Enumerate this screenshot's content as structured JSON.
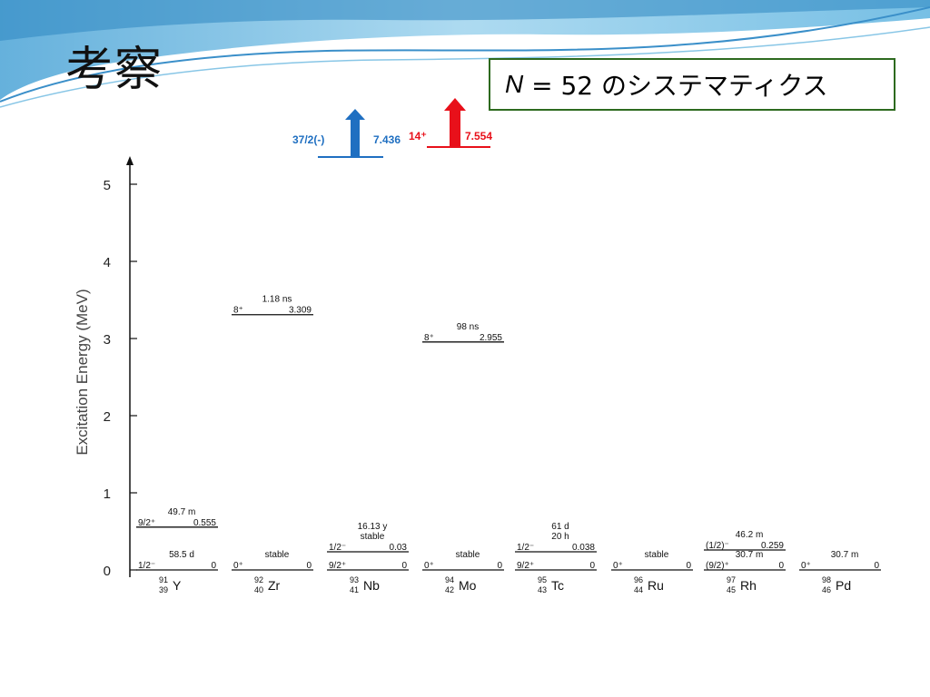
{
  "slide": {
    "title": "考察",
    "subtitle_italic": "N",
    "subtitle_rest": " = 52 のシステマティクス"
  },
  "highlights": [
    {
      "spin": "37/2(-)",
      "energy": "7.436",
      "color": "#1f6fc1"
    },
    {
      "spin": "14⁺",
      "energy": "7.554",
      "color": "#e8101a"
    }
  ],
  "chart_data": {
    "type": "level_scheme",
    "ylabel": "Excitation Energy (MeV)",
    "ylim": [
      0,
      5
    ],
    "yticks": [
      0,
      1,
      2,
      3,
      4,
      5
    ],
    "nuclei": [
      {
        "A": "91",
        "Z": "39",
        "el": "Y",
        "levels": [
          {
            "spin": "1/2⁻",
            "e": 0,
            "elabel": "0",
            "life": "58.5 d"
          },
          {
            "spin": "9/2⁺",
            "e": 0.555,
            "elabel": "0.555",
            "life": "49.7 m"
          }
        ]
      },
      {
        "A": "92",
        "Z": "40",
        "el": "Zr",
        "levels": [
          {
            "spin": "0⁺",
            "e": 0,
            "elabel": "0",
            "life": "stable"
          },
          {
            "spin": "8⁺",
            "e": 3.309,
            "elabel": "3.309",
            "life": "1.18 ns"
          }
        ]
      },
      {
        "A": "93",
        "Z": "41",
        "el": "Nb",
        "levels": [
          {
            "spin": "9/2⁺",
            "e": 0,
            "elabel": "0",
            "life": ""
          },
          {
            "spin": "1/2⁻",
            "e": 0.03,
            "elabel": "0.03",
            "life": "16.13 y\nstable"
          }
        ]
      },
      {
        "A": "94",
        "Z": "42",
        "el": "Mo",
        "levels": [
          {
            "spin": "0⁺",
            "e": 0,
            "elabel": "0",
            "life": "stable"
          },
          {
            "spin": "8⁺",
            "e": 2.955,
            "elabel": "2.955",
            "life": "98 ns"
          }
        ]
      },
      {
        "A": "95",
        "Z": "43",
        "el": "Tc",
        "levels": [
          {
            "spin": "9/2⁺",
            "e": 0,
            "elabel": "0",
            "life": ""
          },
          {
            "spin": "1/2⁻",
            "e": 0.038,
            "elabel": "0.038",
            "life": "61 d\n20 h"
          }
        ]
      },
      {
        "A": "96",
        "Z": "44",
        "el": "Ru",
        "levels": [
          {
            "spin": "0⁺",
            "e": 0,
            "elabel": "0",
            "life": "stable"
          }
        ]
      },
      {
        "A": "97",
        "Z": "45",
        "el": "Rh",
        "levels": [
          {
            "spin": "(9/2)⁺",
            "e": 0,
            "elabel": "0",
            "life": "30.7 m"
          },
          {
            "spin": "(1/2)⁻",
            "e": 0.259,
            "elabel": "0.259",
            "life": "46.2 m"
          }
        ]
      },
      {
        "A": "98",
        "Z": "46",
        "el": "Pd",
        "levels": [
          {
            "spin": "0⁺",
            "e": 0,
            "elabel": "0",
            "life": "30.7 m"
          }
        ]
      }
    ]
  }
}
